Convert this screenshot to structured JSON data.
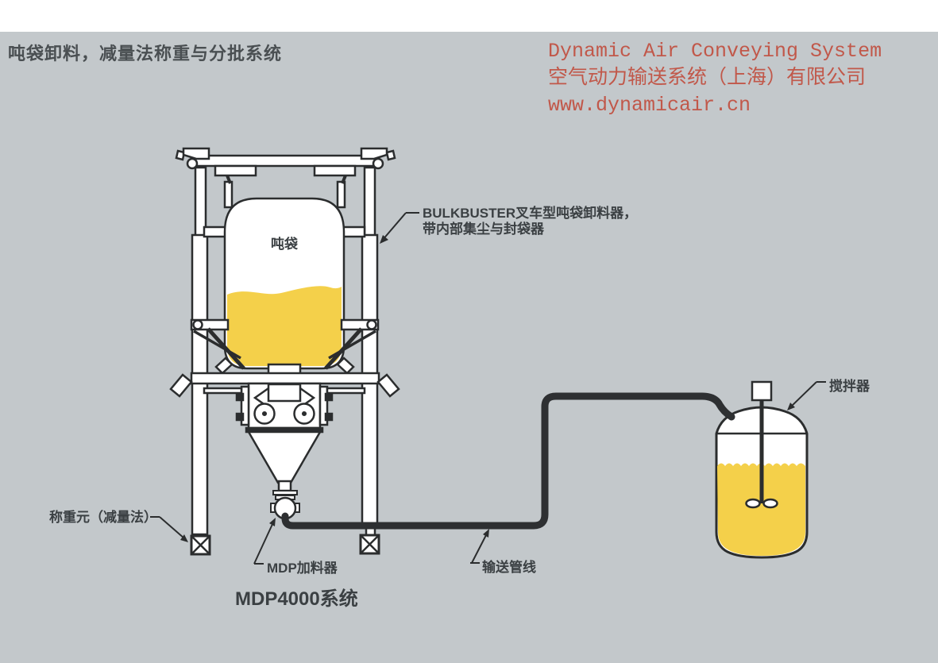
{
  "header": {
    "title": "吨袋卸料，减量法称重与分批系统",
    "company_en": "Dynamic Air Conveying System",
    "company_cn": "空气动力输送系统（上海）有限公司",
    "website": "www.dynamicair.cn"
  },
  "diagram": {
    "bag_label": "吨袋",
    "unloader_line1": "BULKBUSTER叉车型吨袋卸料器，",
    "unloader_line2": "带内部集尘与封袋器",
    "load_cell_label": "称重元（减量法）",
    "feeder_label": "MDP加料器",
    "system_label": "MDP4000系统",
    "pipeline_label": "输送管线",
    "agitator_label": "搅拌器"
  },
  "colors": {
    "background_gray": "#c3c8cb",
    "line_dark": "#2b2d2e",
    "material_yellow": "#f4d04a",
    "brand_red": "#c1584a",
    "label_text": "#3b4043"
  }
}
